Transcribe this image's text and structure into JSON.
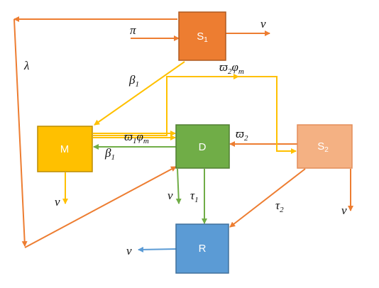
{
  "nodes": {
    "S1": {
      "label": "S",
      "sub": "1",
      "fill": "#ED7D31",
      "stroke": "#AE5A21"
    },
    "M": {
      "label": "M",
      "fill": "#FFC000",
      "stroke": "#BC8C00"
    },
    "D": {
      "label": "D",
      "fill": "#70AD47",
      "stroke": "#507E32"
    },
    "S2": {
      "label": "S",
      "sub": "2",
      "fill": "#F4B183",
      "stroke": "#E48E5A"
    },
    "R": {
      "label": "R",
      "fill": "#5B9BD5",
      "stroke": "#41719C"
    }
  },
  "edge_colors": {
    "orange": "#ED7D31",
    "yellow": "#FFC000",
    "green": "#70AD47",
    "blue": "#5B9BD5"
  },
  "labels": {
    "pi": {
      "text": "π"
    },
    "nu_s1": {
      "text": "ν"
    },
    "lambda": {
      "text": "λ"
    },
    "beta1_top": {
      "text": "β",
      "sub": "1"
    },
    "omega2_phi": {
      "text1": "ϖ",
      "sub1": "2",
      "text2": "φ",
      "sub2": "m"
    },
    "omega1_phi": {
      "text1": "ϖ",
      "sub1": "1",
      "text2": "φ",
      "sub2": "m"
    },
    "beta1_bottom": {
      "text": "β",
      "sub": "1"
    },
    "omega2": {
      "text": "ϖ",
      "sub": "2"
    },
    "nu_m": {
      "text": "ν"
    },
    "nu_d": {
      "text": "ν"
    },
    "tau1": {
      "text": "τ",
      "sub": "1"
    },
    "tau2": {
      "text": "τ",
      "sub": "2"
    },
    "nu_s2": {
      "text": "ν"
    },
    "nu_r": {
      "text": "ν"
    }
  }
}
